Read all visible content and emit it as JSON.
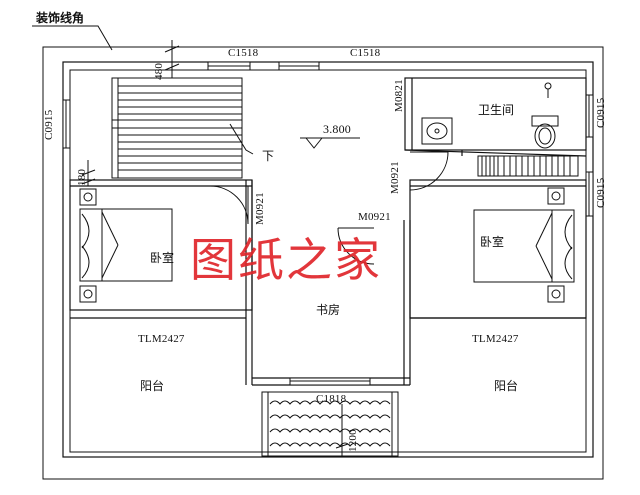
{
  "title_label": "装饰线角",
  "watermark": "图纸之家",
  "elevation": "3.800",
  "stair_direction": "下",
  "rooms": {
    "bathroom": "卫生间",
    "bedroom_left": "卧室",
    "bedroom_right": "卧室",
    "study": "书房",
    "balcony_left": "阳台",
    "balcony_right": "阳台"
  },
  "windows": {
    "top_left": "C1518",
    "top_right": "C1518",
    "left": "C0915",
    "right_upper": "C0915",
    "right_lower": "C0915",
    "study_bottom": "C1818"
  },
  "doors": {
    "bathroom": "M0821",
    "hall": "M0921",
    "bedroom_left": "M0921",
    "bedroom_right": "M0921",
    "balcony_left": "TLM2427",
    "balcony_right": "TLM2427"
  },
  "dimensions": {
    "top_offset": "480",
    "left_offset": "180",
    "bay_depth": "1200"
  },
  "colors": {
    "line": "#111111",
    "watermark": "#e0262b"
  }
}
